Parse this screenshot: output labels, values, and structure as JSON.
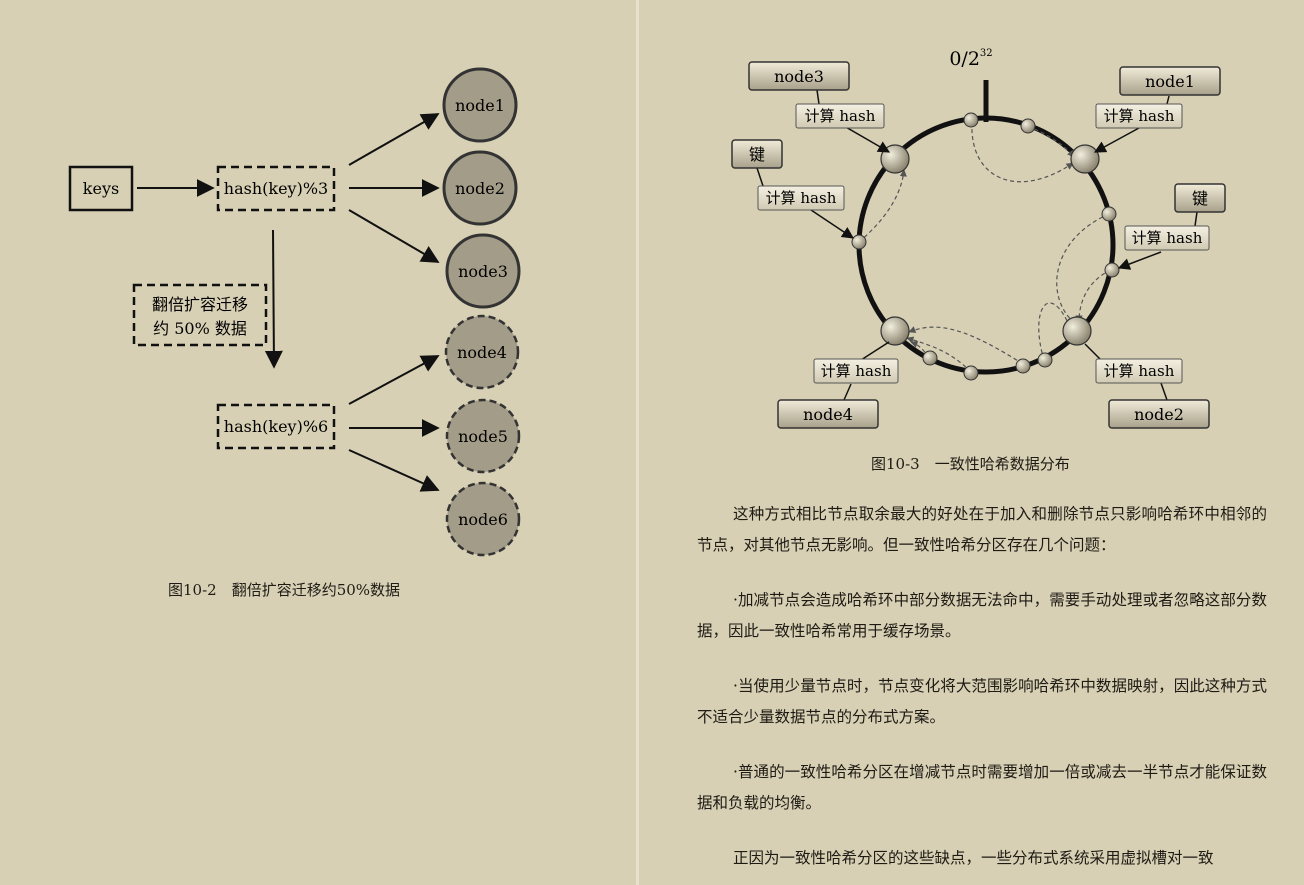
{
  "left": {
    "figure": {
      "keys": "keys",
      "hash3": "hash(key)%3",
      "hash6": "hash(key)%6",
      "note_line1": "翻倍扩容迁移",
      "note_line2": "约 50% 数据",
      "nodes": [
        "node1",
        "node2",
        "node3",
        "node4",
        "node5",
        "node6"
      ]
    },
    "caption": "图10-2　翻倍扩容迁移约50%数据"
  },
  "right": {
    "figure": {
      "top_label": "0/2",
      "top_label_sup": "32",
      "compute_hash": "计算 hash",
      "key_label": "键",
      "nodes": {
        "n1": "node1",
        "n2": "node2",
        "n3": "node3",
        "n4": "node4"
      }
    },
    "caption": "图10-3　一致性哈希数据分布",
    "paragraphs": [
      "这种方式相比节点取余最大的好处在于加入和删除节点只影响哈希环中相邻的节点，对其他节点无影响。但一致性哈希分区存在几个问题：",
      "·加减节点会造成哈希环中部分数据无法命中，需要手动处理或者忽略这部分数据，因此一致性哈希常用于缓存场景。",
      "·当使用少量节点时，节点变化将大范围影响哈希环中数据映射，因此这种方式不适合少量数据节点的分布式方案。",
      "·普通的一致性哈希分区在增减节点时需要增加一倍或减去一半节点才能保证数据和负载的均衡。",
      "正因为一致性哈希分区的这些缺点，一些分布式系统采用虚拟槽对一致"
    ]
  }
}
